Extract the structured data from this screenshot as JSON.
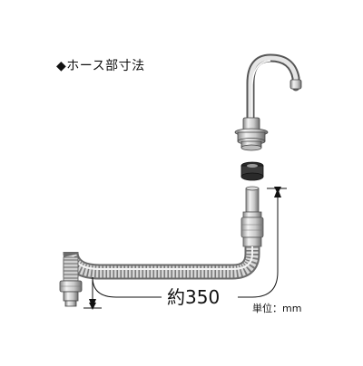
{
  "title": "◆ホース部寸法",
  "dimension": {
    "label": "約350"
  },
  "unit": {
    "label": "単位：mm"
  },
  "parts": [
    "faucet-spout",
    "mounting-nut",
    "rubber-packing",
    "connector-pipe",
    "flexible-hose"
  ]
}
